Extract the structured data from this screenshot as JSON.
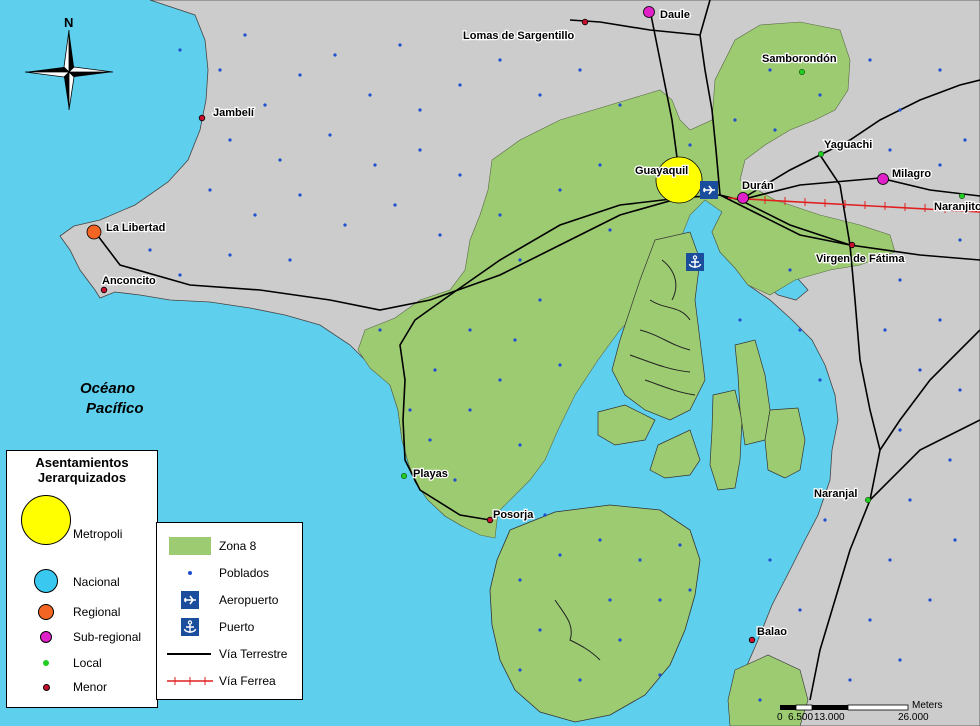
{
  "ocean_label": {
    "line1": "Océano",
    "line2": "Pacífico"
  },
  "north_arrow": {
    "letter": "N"
  },
  "places": [
    {
      "name": "Daule",
      "class": "sub-regional"
    },
    {
      "name": "Lomas de Sargentillo",
      "class": "menor"
    },
    {
      "name": "Samborondón",
      "class": "local"
    },
    {
      "name": "Jambelí",
      "class": "menor"
    },
    {
      "name": "Yaguachi",
      "class": "local"
    },
    {
      "name": "Guayaquil",
      "class": "metropoli"
    },
    {
      "name": "Milagro",
      "class": "sub-regional"
    },
    {
      "name": "Durán",
      "class": "sub-regional"
    },
    {
      "name": "Naranjito",
      "class": "local"
    },
    {
      "name": "La Libertad",
      "class": "regional"
    },
    {
      "name": "Virgen de Fátima",
      "class": "menor"
    },
    {
      "name": "Anconcito",
      "class": "menor"
    },
    {
      "name": "Playas",
      "class": "local"
    },
    {
      "name": "Posorja",
      "class": "menor"
    },
    {
      "name": "Naranjal",
      "class": "local"
    },
    {
      "name": "Balao",
      "class": "menor"
    }
  ],
  "legend_settlements": {
    "title_line1": "Asentamientos",
    "title_line2": "Jerarquizados",
    "items": [
      {
        "label": "Metropoli",
        "color": "#FFFF00"
      },
      {
        "label": "Nacional",
        "color": "#38C8F0"
      },
      {
        "label": "Regional",
        "color": "#F26522"
      },
      {
        "label": "Sub-regional",
        "color": "#E020C8"
      },
      {
        "label": "Local",
        "color": "#22CC22"
      },
      {
        "label": "Menor",
        "color": "#C8102E"
      }
    ]
  },
  "legend_features": {
    "items": [
      {
        "label": "Zona 8",
        "color": "#9DCB72"
      },
      {
        "label": "Poblados",
        "color": "#1F4FD0"
      },
      {
        "label": "Aeropuerto",
        "icon": "airport-icon"
      },
      {
        "label": "Puerto",
        "icon": "anchor-icon"
      },
      {
        "label": "Vía Terrestre",
        "color": "#000000"
      },
      {
        "label": "Vía Ferrea",
        "color": "#E02020"
      }
    ]
  },
  "scale_bar": {
    "unit": "Meters",
    "ticks": [
      "0",
      "6.500",
      "13.000",
      "26.000"
    ]
  },
  "colors": {
    "ocean": "#5ED0EE",
    "land": "#CCCCCC",
    "zona8": "#9DCB72",
    "road": "#000000",
    "railway": "#E02020",
    "poblado": "#1F4FD0"
  }
}
